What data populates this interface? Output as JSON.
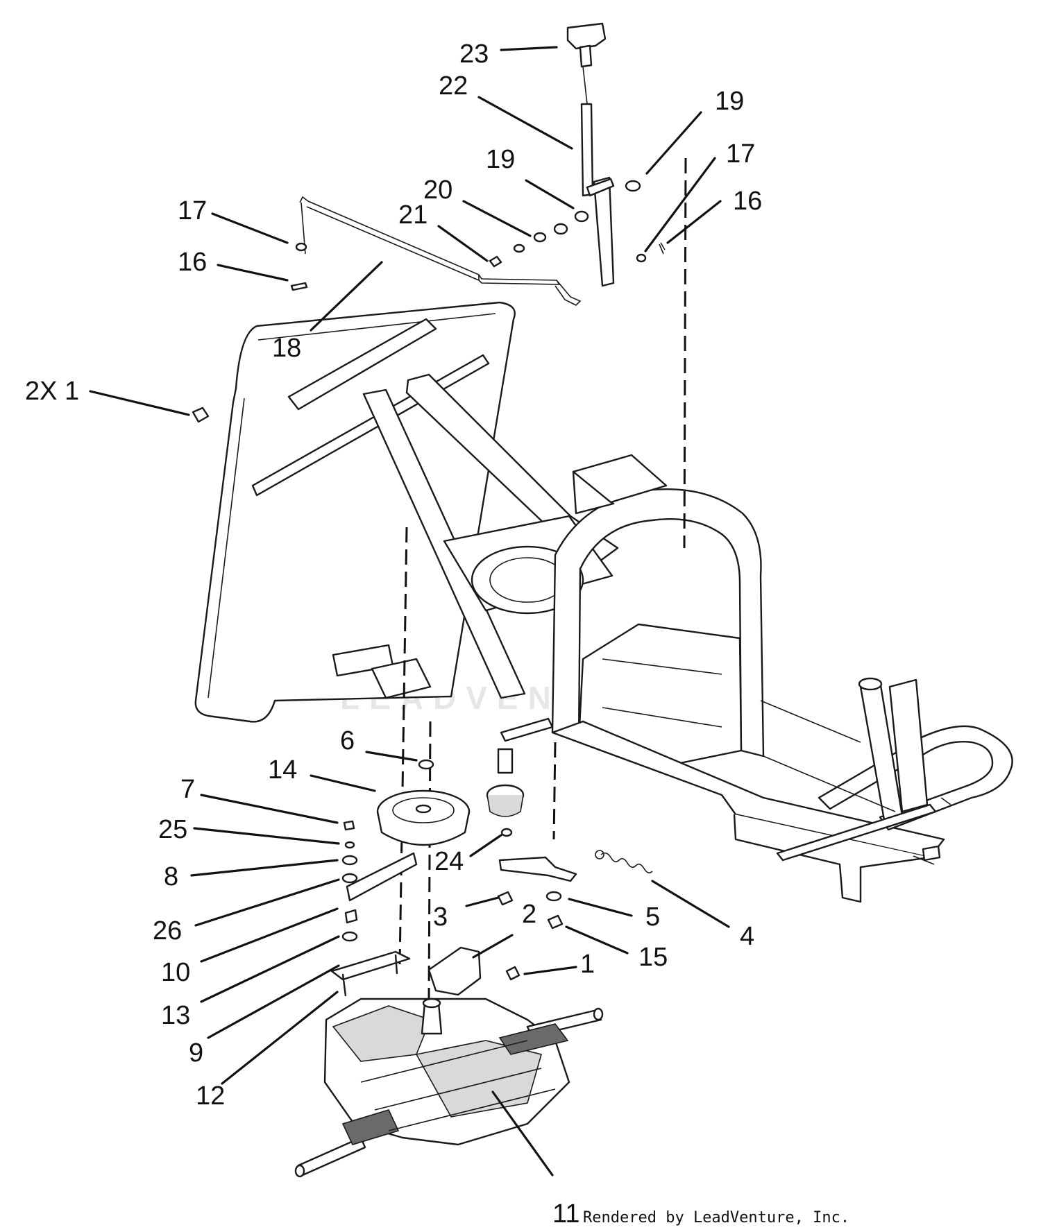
{
  "callouts": [
    {
      "label": "23"
    },
    {
      "label": "22"
    },
    {
      "label": "19"
    },
    {
      "label": "19"
    },
    {
      "label": "17"
    },
    {
      "label": "20"
    },
    {
      "label": "16"
    },
    {
      "label": "17"
    },
    {
      "label": "21"
    },
    {
      "label": "16"
    },
    {
      "label": "18"
    },
    {
      "label": "2X 1"
    },
    {
      "label": "6"
    },
    {
      "label": "14"
    },
    {
      "label": "7"
    },
    {
      "label": "25"
    },
    {
      "label": "24"
    },
    {
      "label": "8"
    },
    {
      "label": "3"
    },
    {
      "label": "2"
    },
    {
      "label": "5"
    },
    {
      "label": "4"
    },
    {
      "label": "26"
    },
    {
      "label": "10"
    },
    {
      "label": "15"
    },
    {
      "label": "1"
    },
    {
      "label": "13"
    },
    {
      "label": "9"
    },
    {
      "label": "12"
    },
    {
      "label": "11"
    }
  ],
  "watermark": "LEADVENTURE",
  "credit": "Rendered by LeadVenture, Inc."
}
